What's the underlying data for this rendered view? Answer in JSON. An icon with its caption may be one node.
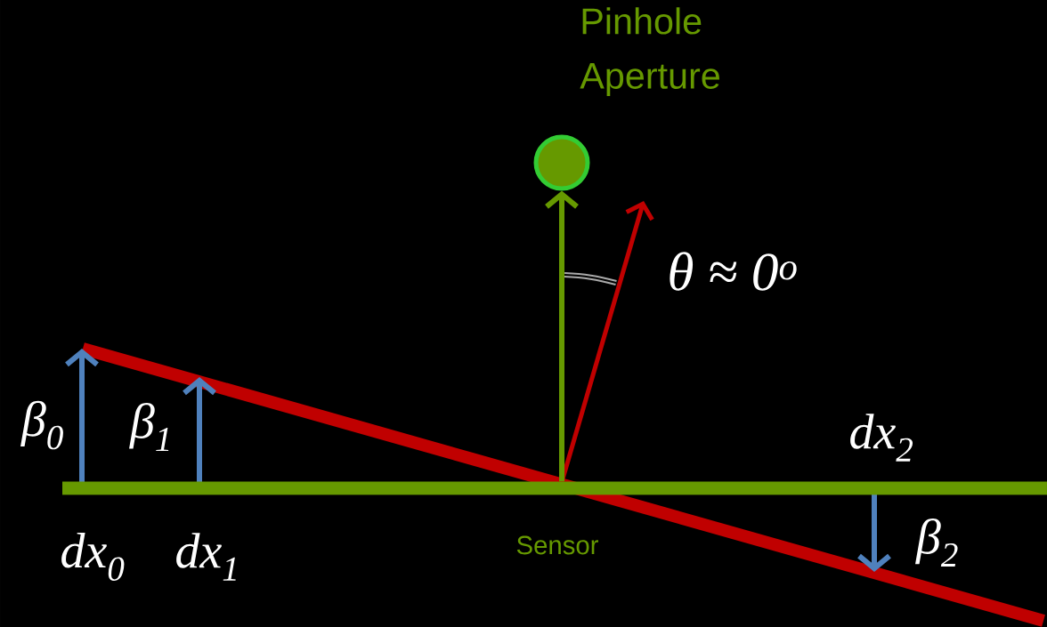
{
  "diagram": {
    "nodes": [
      {
        "text": [
          "Pinhole Aperture"
        ]
      },
      {
        "text": [
          "Sensor"
        ]
      }
    ],
    "edges": [
      {
        "from": 1,
        "to": 0,
        "arrow": "to"
      }
    ],
    "labels": [
      "θ ≈ 0$^{o}$",
      "β$_{0}$",
      "β$_{1}$",
      "dx$_{2}$",
      "dx$_{0}$",
      "dx$_{1}$",
      "β$_{2}$"
    ]
  }
}
